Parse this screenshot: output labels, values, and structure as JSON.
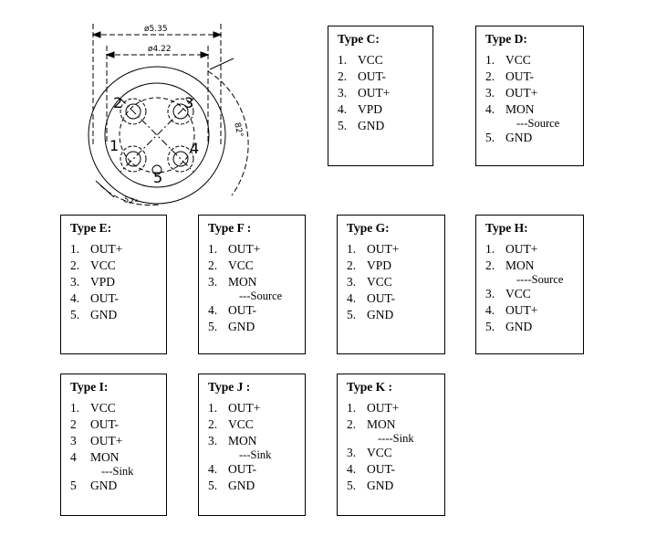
{
  "diagram": {
    "dim_outer": "ø5.35",
    "dim_inner": "ø4.22",
    "angle_right": "82°",
    "angle_bottom": "57°",
    "pins": [
      "1",
      "2",
      "3",
      "4",
      "5"
    ]
  },
  "types": [
    {
      "id": "C",
      "title": "Type C:",
      "items": [
        {
          "n": "1.",
          "label": "VCC"
        },
        {
          "n": "2.",
          "label": "OUT-"
        },
        {
          "n": "3.",
          "label": "OUT+"
        },
        {
          "n": "4.",
          "label": "VPD"
        },
        {
          "n": "5.",
          "label": "GND"
        }
      ]
    },
    {
      "id": "D",
      "title": "Type D:",
      "items": [
        {
          "n": "1.",
          "label": "VCC"
        },
        {
          "n": "2.",
          "label": "OUT-"
        },
        {
          "n": "3.",
          "label": "OUT+"
        },
        {
          "n": "4.",
          "label": "MON",
          "sub": "---Source"
        },
        {
          "n": "5.",
          "label": "GND"
        }
      ]
    },
    {
      "id": "E",
      "title": "Type E:",
      "items": [
        {
          "n": "1.",
          "label": "OUT+"
        },
        {
          "n": "2.",
          "label": "VCC"
        },
        {
          "n": "3.",
          "label": "VPD"
        },
        {
          "n": "4.",
          "label": "OUT-"
        },
        {
          "n": "5.",
          "label": "GND"
        }
      ]
    },
    {
      "id": "F",
      "title": "Type F :",
      "items": [
        {
          "n": "1.",
          "label": "OUT+"
        },
        {
          "n": "2.",
          "label": "VCC"
        },
        {
          "n": "3.",
          "label": "MON",
          "sub": "---Source"
        },
        {
          "n": "4.",
          "label": "OUT-"
        },
        {
          "n": "5.",
          "label": "GND"
        }
      ]
    },
    {
      "id": "G",
      "title": "Type G:",
      "items": [
        {
          "n": "1.",
          "label": "OUT+"
        },
        {
          "n": "2.",
          "label": "VPD"
        },
        {
          "n": "3.",
          "label": "VCC"
        },
        {
          "n": "4.",
          "label": "OUT-"
        },
        {
          "n": "5.",
          "label": "GND"
        }
      ]
    },
    {
      "id": "H",
      "title": "Type H:",
      "items": [
        {
          "n": "1.",
          "label": "OUT+"
        },
        {
          "n": "2.",
          "label": "MON",
          "sub": "----Source"
        },
        {
          "n": "3.",
          "label": "VCC"
        },
        {
          "n": "4.",
          "label": "OUT+"
        },
        {
          "n": "5.",
          "label": "GND"
        }
      ]
    },
    {
      "id": "I",
      "title": "Type I:",
      "items": [
        {
          "n": "1.",
          "label": "VCC"
        },
        {
          "n": "2",
          "label": "OUT-"
        },
        {
          "n": "3",
          "label": "OUT+"
        },
        {
          "n": "4",
          "label": "MON",
          "sub": "---Sink"
        },
        {
          "n": "5",
          "label": "GND"
        }
      ]
    },
    {
      "id": "J",
      "title": "Type J :",
      "items": [
        {
          "n": "1.",
          "label": "OUT+"
        },
        {
          "n": "2.",
          "label": "VCC"
        },
        {
          "n": "3.",
          "label": "MON",
          "sub": "---Sink"
        },
        {
          "n": "4.",
          "label": "OUT-"
        },
        {
          "n": "5.",
          "label": "GND"
        }
      ]
    },
    {
      "id": "K",
      "title": "Type K :",
      "items": [
        {
          "n": "1.",
          "label": "OUT+"
        },
        {
          "n": "2.",
          "label": "MON",
          "sub": "----Sink"
        },
        {
          "n": "3.",
          "label": "VCC"
        },
        {
          "n": "4.",
          "label": "OUT-"
        },
        {
          "n": "5.",
          "label": "GND"
        }
      ]
    }
  ]
}
